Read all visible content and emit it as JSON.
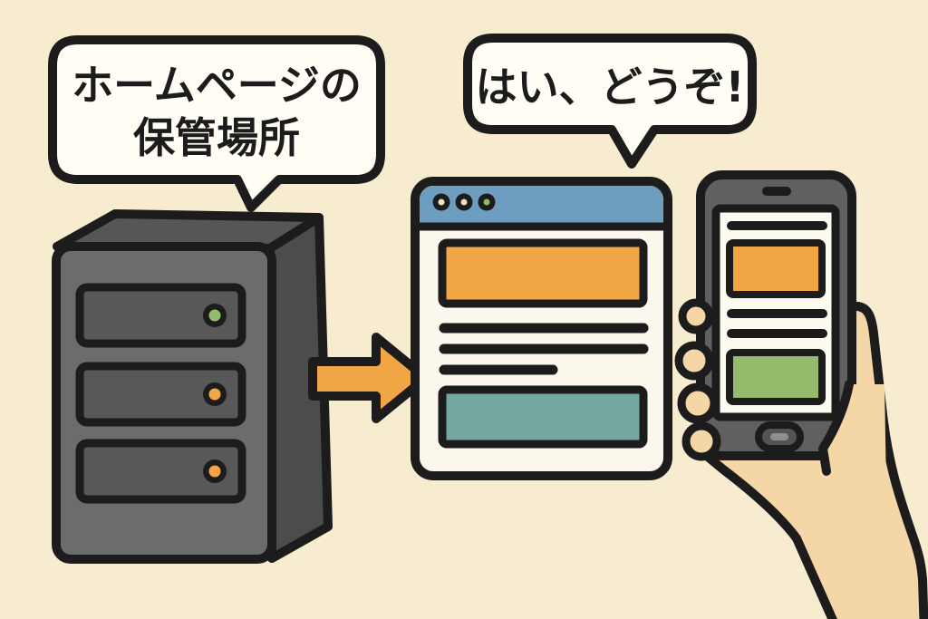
{
  "scene": {
    "background_color": "#f7ebd0",
    "outline_color": "#1c1c1c",
    "speech_bubbles": {
      "server": {
        "line1": "ホームページの",
        "line2": "保管場所",
        "fill": "#fffdf4"
      },
      "delivery": {
        "text": "はい、どうぞ!",
        "fill": "#fffdf4"
      }
    },
    "server": {
      "front_color": "#6c6c6c",
      "side_color": "#4c4c4c",
      "top_color": "#565656",
      "bay_color": "#585858",
      "leds": [
        {
          "name": "green-led",
          "color": "#93bb6b"
        },
        {
          "name": "orange-led",
          "color": "#f1a544"
        },
        {
          "name": "orange-led",
          "color": "#f1a544"
        }
      ]
    },
    "arrow": {
      "color": "#f1a544"
    },
    "browser": {
      "body_color": "#fbf7ec",
      "titlebar_color": "#6d9dbf",
      "dots": [
        {
          "color": "#f0e3c3"
        },
        {
          "color": "#f2dbc0"
        },
        {
          "color": "#93ba69"
        }
      ],
      "banner_color": "#f1a544",
      "footer_color": "#74a79f"
    },
    "phone": {
      "body_color": "#606060",
      "screen_color": "#fdfaf0",
      "banner_color": "#f1a544",
      "footer_color": "#93bb6b",
      "home_button_color": "#545454",
      "home_slot_color": "#8f8f8f"
    },
    "hand": {
      "skin_color": "#f5d6a6"
    }
  }
}
